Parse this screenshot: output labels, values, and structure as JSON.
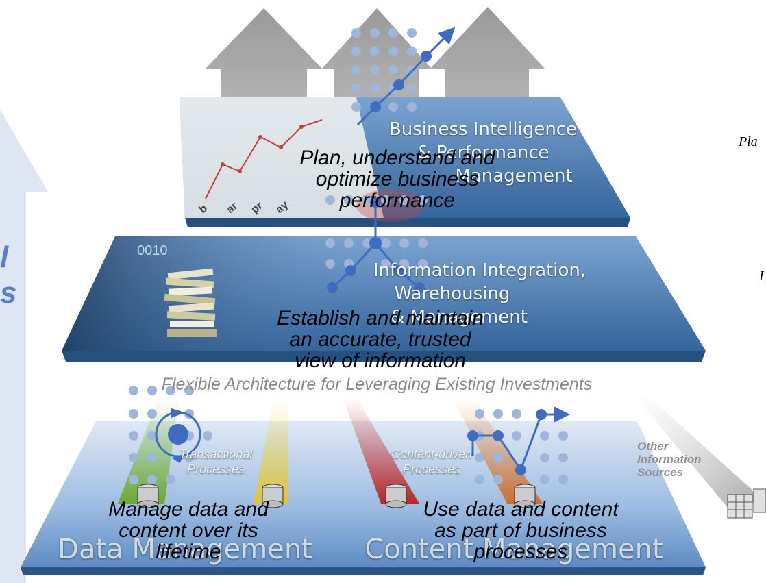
{
  "colors": {
    "arrow_gray": "#8c8c8c",
    "layer_blue": "#3d6ea6",
    "layer_light": "#6f9bcb",
    "dot_blue": "#4d78c8",
    "dot_light": "#9fb6da",
    "pale_arrow": "#dde6f2",
    "beam_green": "#7ab33a",
    "beam_yellow": "#e6cf3a",
    "beam_red": "#c8302c",
    "beam_orange": "#d8803a"
  },
  "layers": {
    "bi": {
      "title_line1": "Business Intelligence",
      "title_line2": "& Performance",
      "title_line3": "Management"
    },
    "integration": {
      "title_line1": "Information Integration,",
      "title_line2": "Warehousing",
      "title_line3": "& Management"
    },
    "data_management": {
      "title": "Data Management"
    },
    "content_management": {
      "title": "Content Management"
    }
  },
  "process_labels": {
    "transactional_line1": "Transactional",
    "transactional_line2": "Processes",
    "content_line1": "Content-driven",
    "content_line2": "Processes",
    "other_line1": "Other",
    "other_line2": "Information",
    "other_line3": "Sources"
  },
  "captions": {
    "bi_line1": "Plan, understand and",
    "bi_line2": "optimize business",
    "bi_line3": "performance",
    "integration_line1": "Establish and maintain",
    "integration_line2": "an accurate, trusted",
    "integration_line3": "view of information",
    "data_line1": "Manage data and",
    "data_line2": "content over its",
    "data_line3": "lifetime",
    "content_line1": "Use data and content",
    "content_line2": "as part of business",
    "content_line3": "processes"
  },
  "architecture_label": "Flexible Architecture for Leveraging Existing Investments",
  "cut_text": {
    "right_top": "Pla",
    "right_mid": "I",
    "left_line1": "l",
    "left_line2": "s"
  },
  "chart_months": [
    "b",
    "ar",
    "pr",
    "ay"
  ],
  "binary_text": "0010"
}
